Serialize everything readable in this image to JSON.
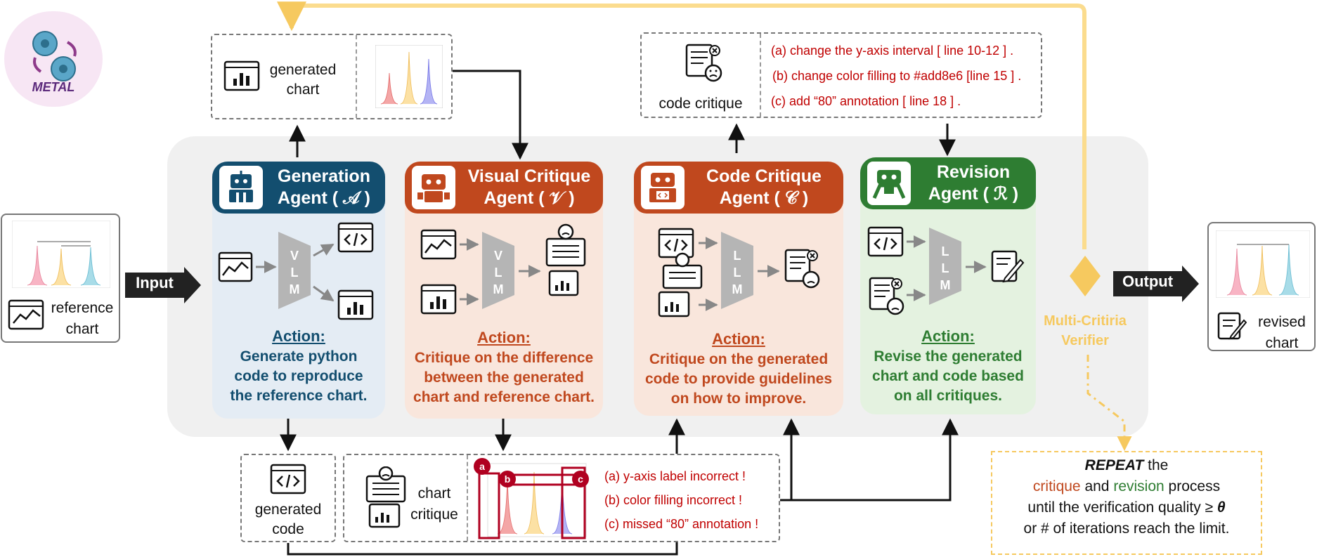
{
  "logo": {
    "label": "METAL"
  },
  "input_label": "Input",
  "output_label": "Output",
  "reference": {
    "label_line1": "reference",
    "label_line2": "chart"
  },
  "revised": {
    "label_line1": "revised",
    "label_line2": "chart"
  },
  "generated_chart": {
    "label_line1": "generated",
    "label_line2": "chart"
  },
  "code_critique": {
    "label": "code critique",
    "items": [
      "(a) change the y-axis interval  [ line 10-12 ] .",
      "(b) change color filling to #add8e6  [line 15 ] .",
      "(c)  add “80” annotation [ line 18 ] ."
    ]
  },
  "generated_code": {
    "label_line1": "generated",
    "label_line2": "code"
  },
  "chart_critique": {
    "label_line1": "chart",
    "label_line2": "critique",
    "markers": [
      "a",
      "b",
      "c"
    ],
    "items": [
      "(a) y-axis label incorrect !",
      "(b) color filling incorrect !",
      "(c) missed “80” annotation !"
    ]
  },
  "agents": [
    {
      "title_line1": "Generation",
      "title_line2": "Agent ( 𝒜 )",
      "model": "VLM",
      "action_label": "Action:",
      "action_lines": [
        "Generate python",
        "code to reproduce",
        "the reference chart."
      ]
    },
    {
      "title_line1": "Visual Critique",
      "title_line2": "Agent ( 𝒱 )",
      "model": "VLM",
      "action_label": "Action:",
      "action_lines": [
        "Critique on the difference",
        "between the generated",
        "chart and reference chart."
      ]
    },
    {
      "title_line1": "Code Critique",
      "title_line2": "Agent ( 𝒞 )",
      "model": "LLM",
      "action_label": "Action:",
      "action_lines": [
        "Critique on the generated",
        "code to provide guidelines",
        "on how to improve."
      ]
    },
    {
      "title_line1": "Revision",
      "title_line2": "Agent ( ℛ )",
      "model": "LLM",
      "action_label": "Action:",
      "action_lines": [
        "Revise the generated",
        "chart and code based",
        "on all critiques."
      ]
    }
  ],
  "verifier": {
    "line1": "Multi-Critiria",
    "line2": "Verifier"
  },
  "repeat": {
    "line1_bold": "REPEAT",
    "line1_rest": " the",
    "critique_word": "critique",
    "and_word": " and ",
    "revision_word": "revision",
    "process_word": " process",
    "line3": "until the verification quality ≥ ",
    "theta": "θ",
    "line4": "or # of iterations reach the limit."
  },
  "colors": {
    "generation": "#134e6f",
    "generation_bg": "#e4ecf4",
    "visual": "#c0481e",
    "visual_bg": "#f9e6dc",
    "code": "#c0481e",
    "code_bg": "#f9e6dc",
    "revision": "#2e7d32",
    "revision_bg": "#e4f2e0",
    "verifier": "#f6c95f",
    "critique_red": "#c00000"
  }
}
